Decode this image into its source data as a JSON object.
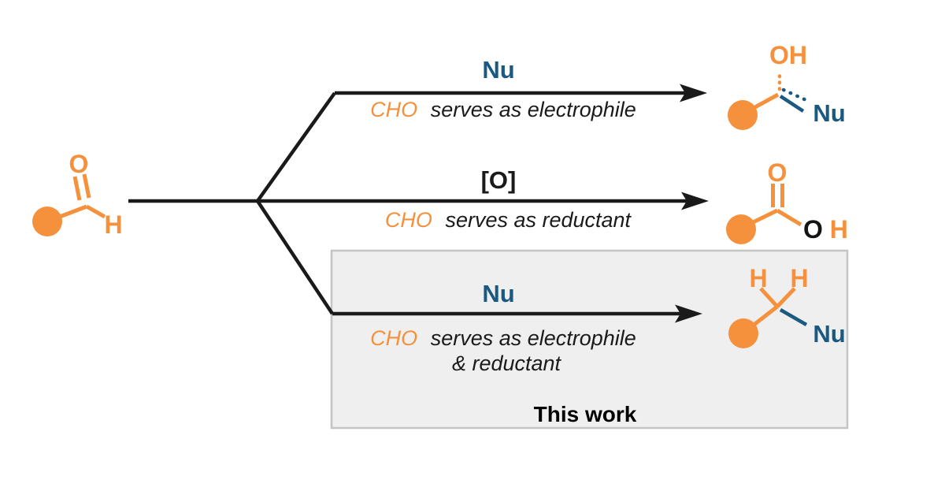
{
  "figure": {
    "description": "Reaction scheme: aldehyde CHO group reacting via three pathways"
  },
  "colors": {
    "orange": "#F5913C",
    "blue": "#1A5A80",
    "black": "#1A1A1A",
    "box_fill": "#EFEFEF",
    "box_border": "#C4C4C4"
  },
  "start": {
    "o": "O",
    "h": "H"
  },
  "pathways": {
    "top": {
      "reagent": "Nu",
      "caption_cho": "CHO",
      "caption_rest": "serves as electrophile"
    },
    "middle": {
      "reagent": "[O]",
      "caption_cho": "CHO",
      "caption_rest": "serves as reductant"
    },
    "bottom": {
      "reagent": "Nu",
      "caption_cho": "CHO",
      "caption_rest": "serves as electrophile",
      "caption_line2": "& reductant",
      "badge": "This work"
    }
  },
  "products": {
    "top": {
      "oh": "OH",
      "nu": "Nu"
    },
    "middle": {
      "o_double": "O",
      "o_hydroxyl": "O",
      "h": "H"
    },
    "bottom": {
      "h_left": "H",
      "h_right": "H",
      "nu": "Nu"
    }
  }
}
